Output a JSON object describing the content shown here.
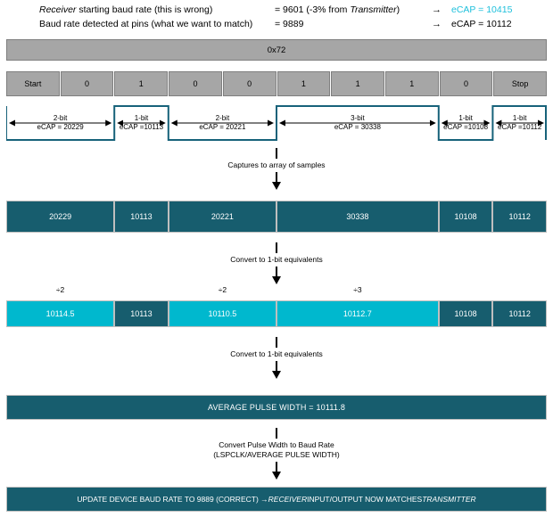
{
  "header": {
    "rows": [
      {
        "desc_plain_1": "",
        "desc_italic": "Receiver",
        "desc_rest": " starting baud rate (this is wrong)",
        "value": "= 9601 (-3% from ",
        "value_italic": "Transmitter",
        "value_rest": ")",
        "arrow": "→",
        "ecap": "eCAP = 10415",
        "ecap_color": "#1fc0dc"
      },
      {
        "desc_rest": "Baud rate detected at pins (what we want to match)",
        "value": "= 9889",
        "arrow": "→",
        "ecap": "eCAP = 10112",
        "ecap_color": "#000000"
      }
    ]
  },
  "byte_bar": {
    "label": "0x72"
  },
  "bit_cells": [
    {
      "label": "Start"
    },
    {
      "label": "0"
    },
    {
      "label": "1"
    },
    {
      "label": "0"
    },
    {
      "label": "0"
    },
    {
      "label": "1"
    },
    {
      "label": "1"
    },
    {
      "label": "1"
    },
    {
      "label": "0"
    },
    {
      "label": "Stop"
    }
  ],
  "waveform": {
    "segments": [
      {
        "bits": "2-bit",
        "ecap": "eCAP = 20229",
        "level": "low",
        "width_bits": 2
      },
      {
        "bits": "1-bit",
        "ecap": "eCAP =10113",
        "level": "high",
        "width_bits": 1
      },
      {
        "bits": "2-bit",
        "ecap": "eCAP = 20221",
        "level": "low",
        "width_bits": 2
      },
      {
        "bits": "3-bit",
        "ecap": "eCAP = 30338",
        "level": "high",
        "width_bits": 3
      },
      {
        "bits": "1-bit",
        "ecap": "eCAP =10108",
        "level": "low",
        "width_bits": 1
      },
      {
        "bits": "1-bit",
        "ecap": "eCAP =10112",
        "level": "high",
        "width_bits": 1
      }
    ],
    "line_color": "#17627a"
  },
  "flow_1": {
    "text": "Captures to array of samples"
  },
  "samples": {
    "cells": [
      {
        "value": "20229",
        "width_bits": 2
      },
      {
        "value": "10113",
        "width_bits": 1
      },
      {
        "value": "20221",
        "width_bits": 2
      },
      {
        "value": "30338",
        "width_bits": 3
      },
      {
        "value": "10108",
        "width_bits": 1
      },
      {
        "value": "10112",
        "width_bits": 1
      }
    ]
  },
  "flow_2": {
    "text": "Convert to 1-bit equivalents"
  },
  "converted": {
    "cells": [
      {
        "value": "10114.5",
        "width_bits": 2,
        "color": "cyan",
        "divisor": "÷2"
      },
      {
        "value": "10113",
        "width_bits": 1,
        "color": "teal",
        "divisor": ""
      },
      {
        "value": "10110.5",
        "width_bits": 2,
        "color": "cyan",
        "divisor": "÷2"
      },
      {
        "value": "10112.7",
        "width_bits": 3,
        "color": "cyan",
        "divisor": "÷3"
      },
      {
        "value": "10108",
        "width_bits": 1,
        "color": "teal",
        "divisor": ""
      },
      {
        "value": "10112",
        "width_bits": 1,
        "color": "teal",
        "divisor": ""
      }
    ]
  },
  "flow_3": {
    "text": "Convert to 1-bit equivalents"
  },
  "average_bar": {
    "label": "AVERAGE PULSE WIDTH = 10111.8"
  },
  "flow_4": {
    "line1": "Convert Pulse Width to Baud Rate",
    "line2": "(LSPCLK/AVERAGE PULSE WIDTH)"
  },
  "final_bar": {
    "part1": "UPDATE DEVICE BAUD RATE TO 9889 (CORRECT) → ",
    "italic1": "RECEIVER",
    "part2": " INPUT/OUTPUT NOW MATCHES ",
    "italic2": "TRANSMITTER"
  },
  "colors": {
    "teal": "#175d6e",
    "cyan": "#00b8ce",
    "gray": "#a6a6a6",
    "accent_cyan_text": "#1fc0dc"
  }
}
